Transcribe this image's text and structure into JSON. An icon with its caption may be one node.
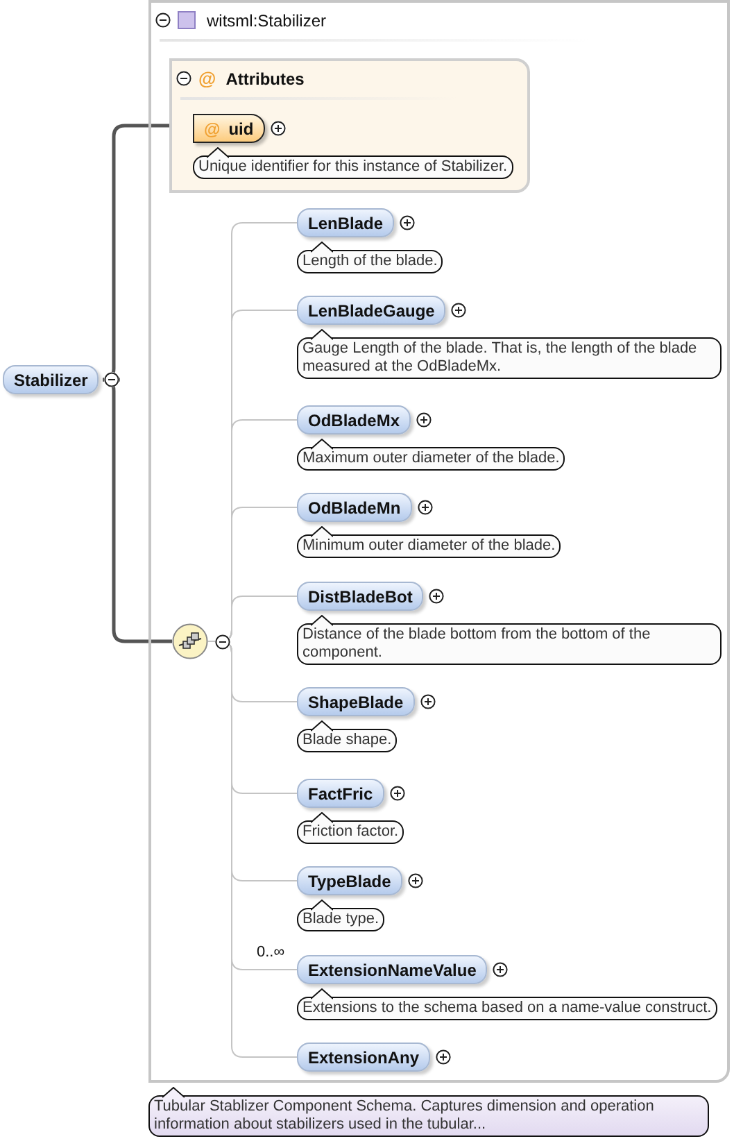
{
  "diagram": {
    "nodes": [
      {
        "text": [
          "Stabilizer"
        ]
      },
      {
        "text": [
          "witsml:Stabilizer"
        ],
        "beside": [
          "Tubular Stablizer Component Schema. Captures dimension and operation information about stabilizers used in the tubular..."
        ]
      },
      {
        "text": [
          "@",
          "Attributes"
        ],
        "in": 1
      },
      {
        "text": [
          "@",
          "uid"
        ],
        "in": 2,
        "beside": [
          "Unique identifier for this instance of Stabilizer."
        ]
      },
      {
        "text": [],
        "shape": "circle",
        "in": 1
      },
      {
        "text": [
          "LenBlade"
        ],
        "in": 1,
        "beside": [
          "Length of the blade."
        ]
      },
      {
        "text": [
          "LenBladeGauge"
        ],
        "in": 1,
        "beside": [
          "Gauge Length of the blade. That is, the length of the blade measured at the OdBladeMx."
        ]
      },
      {
        "text": [
          "OdBladeMx"
        ],
        "in": 1,
        "beside": [
          "Maximum outer diameter of the blade."
        ]
      },
      {
        "text": [
          "OdBladeMn"
        ],
        "in": 1,
        "beside": [
          "Minimum outer diameter of the blade."
        ]
      },
      {
        "text": [
          "DistBladeBot"
        ],
        "in": 1,
        "beside": [
          "Distance of the blade bottom from the bottom of the component."
        ]
      },
      {
        "text": [
          "ShapeBlade"
        ],
        "in": 1,
        "beside": [
          "Blade shape."
        ]
      },
      {
        "text": [
          "FactFric"
        ],
        "in": 1,
        "beside": [
          "Friction factor."
        ]
      },
      {
        "text": [
          "TypeBlade"
        ],
        "in": 1,
        "beside": [
          "Blade type."
        ]
      },
      {
        "text": [
          "ExtensionNameValue"
        ],
        "in": 1,
        "beside": [
          "Extensions to the schema based on a name-value construct."
        ]
      },
      {
        "text": [
          "ExtensionAny"
        ],
        "in": 1
      }
    ],
    "edges": [
      {
        "from": 0,
        "to": 2,
        "arrow": "none",
        "style": "thick",
        "color": "#555555"
      },
      {
        "from": 0,
        "to": 4,
        "arrow": "none",
        "style": "thick",
        "color": "#555555"
      },
      {
        "from": 4,
        "to": 5,
        "arrow": "none"
      },
      {
        "from": 4,
        "to": 6,
        "arrow": "none"
      },
      {
        "from": 4,
        "to": 7,
        "arrow": "none"
      },
      {
        "from": 4,
        "to": 8,
        "arrow": "none"
      },
      {
        "from": 4,
        "to": 9,
        "arrow": "none"
      },
      {
        "from": 4,
        "to": 10,
        "arrow": "none"
      },
      {
        "from": 4,
        "to": 11,
        "arrow": "none"
      },
      {
        "from": 4,
        "to": 12,
        "arrow": "none"
      },
      {
        "from": 4,
        "to": 13,
        "arrow": "none"
      },
      {
        "from": 4,
        "to": 14,
        "arrow": "none"
      }
    ],
    "labels": [
      "0..∞"
    ]
  }
}
